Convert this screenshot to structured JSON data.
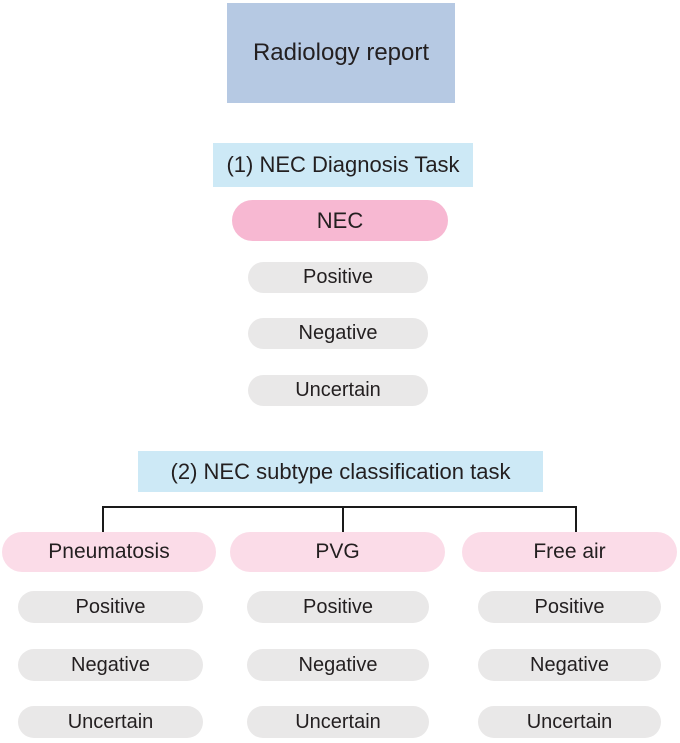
{
  "figure": {
    "type": "flowchart",
    "description": "Radiology report NEC classification tasks diagram"
  },
  "colors": {
    "report_box_bg": "#b6c9e3",
    "task_box_bg": "#cde9f6",
    "primary_pill_bg": "#f7b8d2",
    "subtype_pill_bg": "#fbdce8",
    "option_pill_bg": "#e9e8e8",
    "text": "#231f20",
    "connector_line": "#1a1a1a",
    "background": "#ffffff"
  },
  "report": {
    "label": "Radiology report"
  },
  "task1": {
    "title": "(1) NEC Diagnosis Task",
    "category_label": "NEC",
    "options": [
      "Positive",
      "Negative",
      "Uncertain"
    ]
  },
  "task2": {
    "title": "(2) NEC subtype classification task",
    "branches": [
      {
        "label": "Pneumatosis",
        "options": [
          "Positive",
          "Negative",
          "Uncertain"
        ]
      },
      {
        "label": "PVG",
        "options": [
          "Positive",
          "Negative",
          "Uncertain"
        ]
      },
      {
        "label": "Free air",
        "options": [
          "Positive",
          "Negative",
          "Uncertain"
        ]
      }
    ]
  }
}
